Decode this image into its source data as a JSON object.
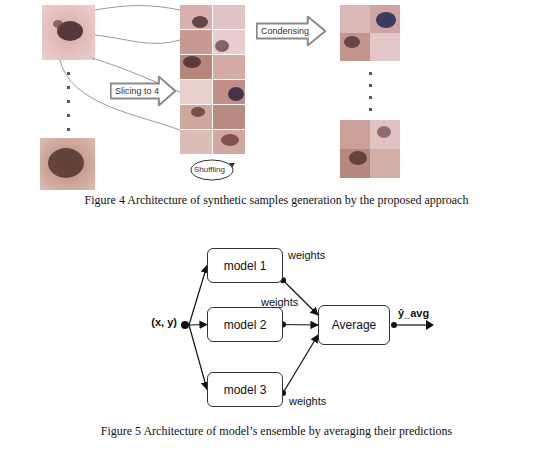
{
  "diagram": {
    "nodes": [
      {
        "text": [
          "Slicing to 4"
        ]
      },
      {
        "text": [
          "Condensing"
        ]
      },
      {
        "text": [
          "(x, y)"
        ]
      },
      {
        "text": [
          "model 1"
        ]
      },
      {
        "text": [
          "model 2"
        ]
      },
      {
        "text": [
          "model 3"
        ]
      },
      {
        "text": [
          "Average"
        ]
      }
    ],
    "edges": [
      {
        "from": 2,
        "to": 3,
        "arrow": "to"
      },
      {
        "from": 2,
        "to": 4,
        "arrow": "to"
      },
      {
        "from": 2,
        "to": 5,
        "arrow": "to"
      },
      {
        "from": 3,
        "to": 6,
        "label": "weights",
        "arrow": "to"
      },
      {
        "from": 4,
        "to": 6,
        "label": "weights",
        "arrow": "to"
      },
      {
        "from": 5,
        "to": 6,
        "label": "weights",
        "arrow": "to"
      }
    ],
    "labels": [
      "Shuffling",
      "Figure 4 Architecture of synthetic samples generation by the proposed approach",
      "ŷ_avg",
      "Figure 5 Architecture of model’s ensemble by averaging their predictions"
    ]
  }
}
